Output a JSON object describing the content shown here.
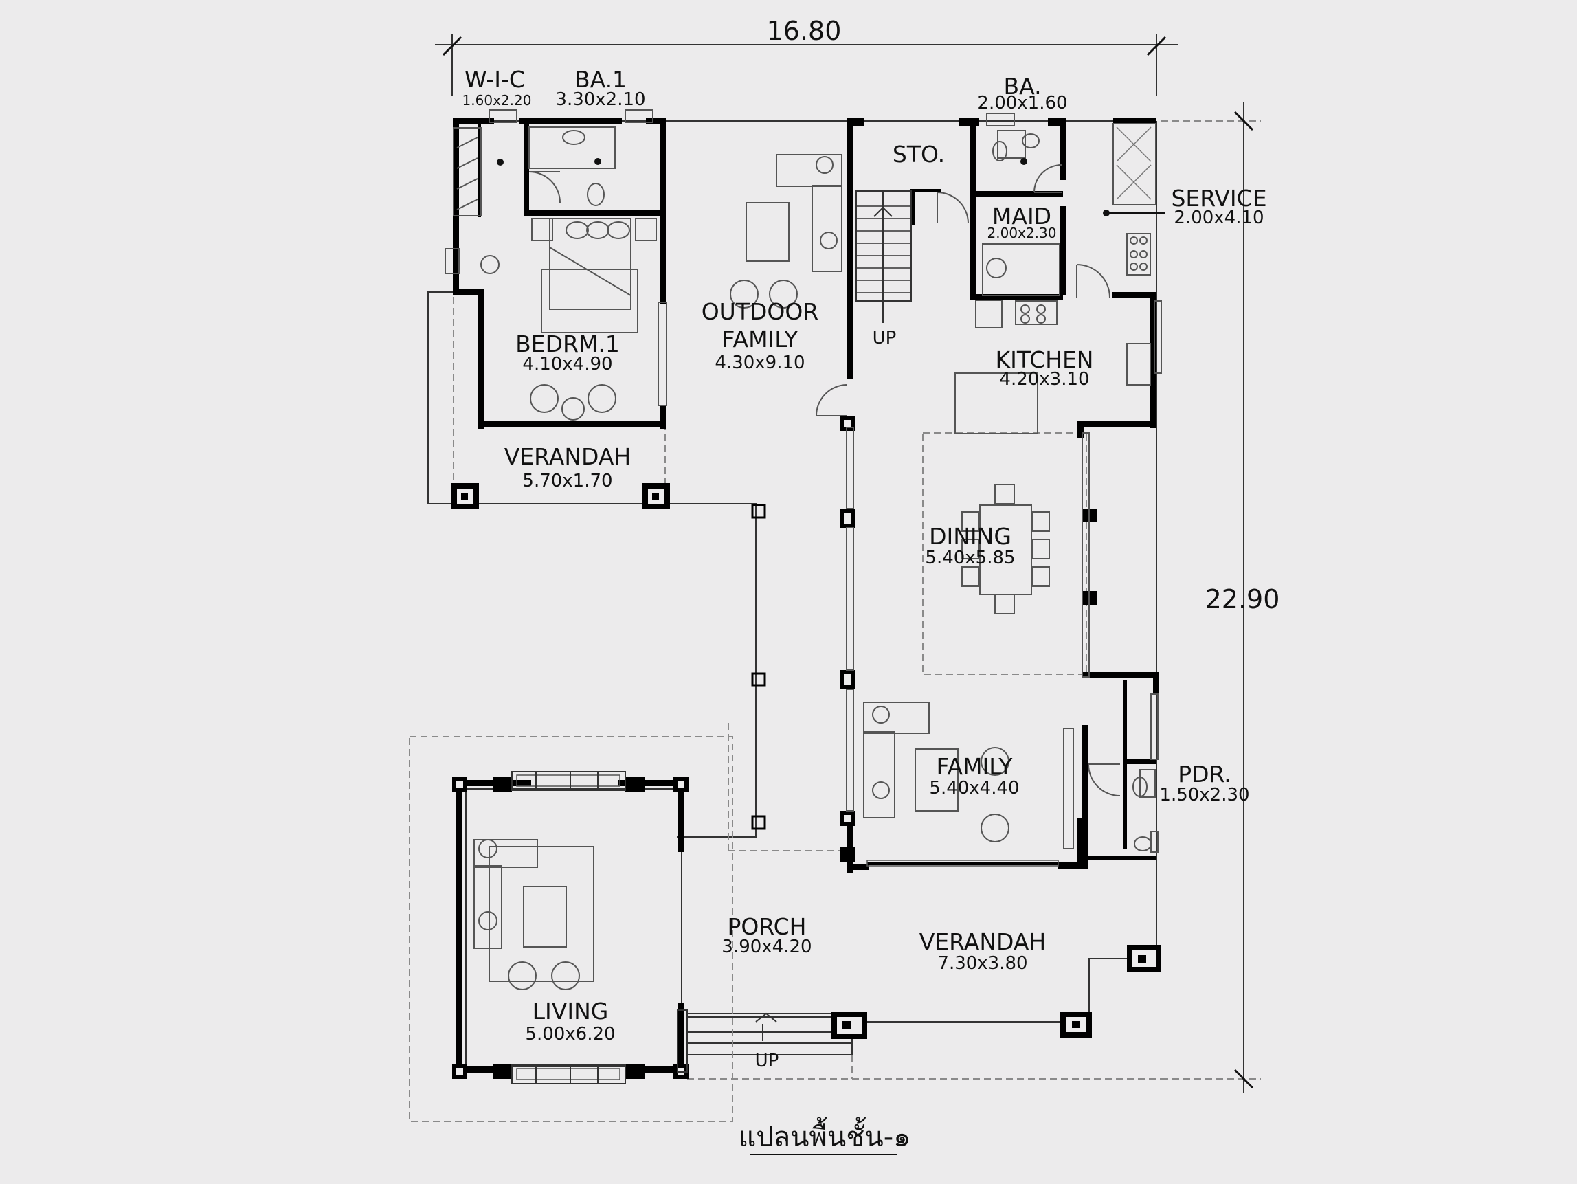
{
  "dimensions": {
    "width_overall": "16.80",
    "depth_overall": "22.90"
  },
  "rooms": {
    "wic": {
      "name": "W-I-C",
      "size": "1.60x2.20"
    },
    "ba1": {
      "name": "BA.1",
      "size": "3.30x2.10"
    },
    "ba": {
      "name": "BA.",
      "size": "2.00x1.60"
    },
    "sto": {
      "name": "STO."
    },
    "maid": {
      "name": "MAID",
      "size": "2.00x2.30"
    },
    "service": {
      "name": "SERVICE",
      "size": "2.00x4.10"
    },
    "bedrm1": {
      "name": "BEDRM.1",
      "size": "4.10x4.90"
    },
    "outdoor_family": {
      "name_line1": "OUTDOOR",
      "name_line2": "FAMILY",
      "size": "4.30x9.10"
    },
    "kitchen": {
      "name": "KITCHEN",
      "size": "4.20x3.10"
    },
    "verandah_top": {
      "name": "VERANDAH",
      "size": "5.70x1.70"
    },
    "dining": {
      "name": "DINING",
      "size": "5.40x5.85"
    },
    "family": {
      "name": "FAMILY",
      "size": "5.40x4.40"
    },
    "pdr": {
      "name": "PDR.",
      "size": "1.50x2.30"
    },
    "porch": {
      "name": "PORCH",
      "size": "3.90x4.20"
    },
    "verandah_bottom": {
      "name": "VERANDAH",
      "size": "7.30x3.80"
    },
    "living": {
      "name": "LIVING",
      "size": "5.00x6.20"
    }
  },
  "stair_labels": {
    "stair_up": "UP",
    "entry_up": "UP"
  },
  "plan_title": "แปลนพื้นชั้น-๑",
  "colors": {
    "background": "#ecebec",
    "wall": "#000000",
    "line": "#333333"
  }
}
